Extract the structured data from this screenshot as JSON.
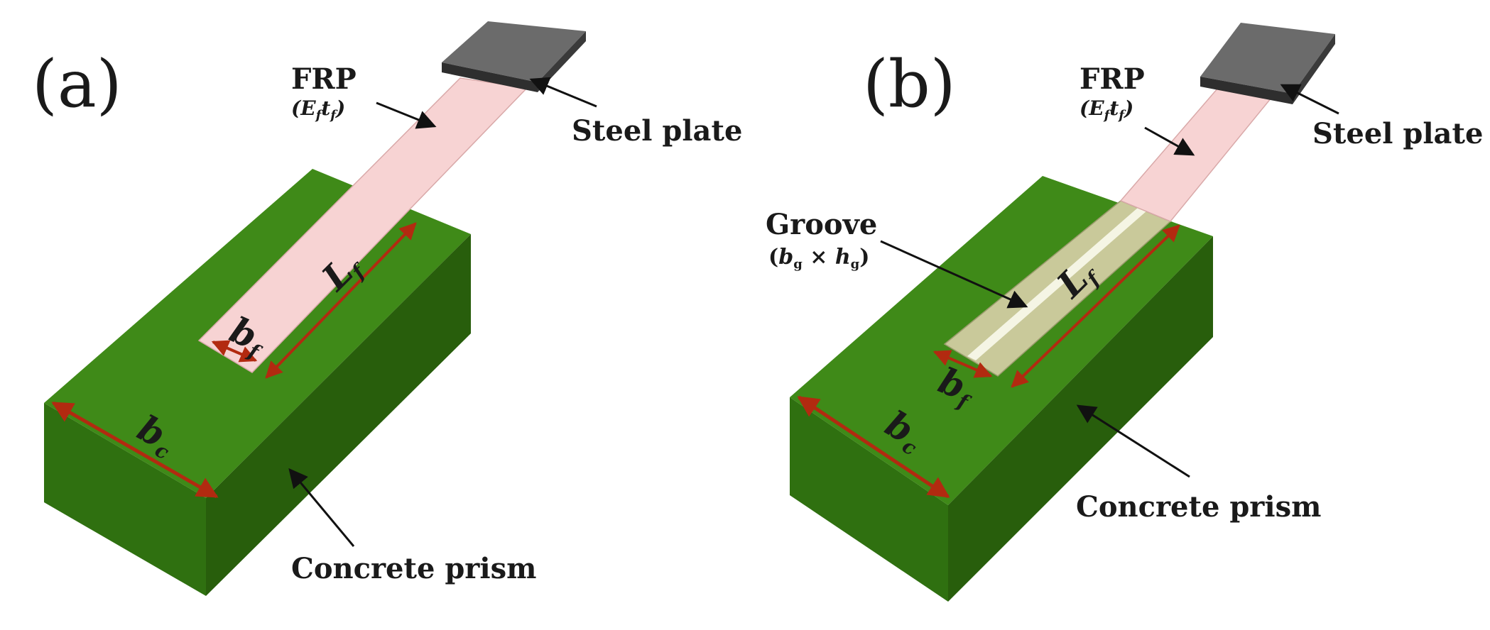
{
  "panels": [
    {
      "label": "(a)",
      "frp_label": "FRP",
      "frp_formula": {
        "E": "E",
        "E_sub": "f",
        "t": "t",
        "t_sub": "f"
      },
      "steel_label": "Steel plate",
      "concrete_label": "Concrete prism",
      "dims": {
        "bf": "b",
        "bf_sub": "f",
        "Lf": "L",
        "Lf_sub": "f",
        "bc": "b",
        "bc_sub": "c"
      }
    },
    {
      "label": "(b)",
      "frp_label": "FRP",
      "frp_formula": {
        "E": "E",
        "E_sub": "f",
        "t": "t",
        "t_sub": "f"
      },
      "steel_label": "Steel plate",
      "groove_label": "Groove",
      "groove_formula": {
        "b": "b",
        "b_sub": "g",
        "times": " × ",
        "h": "h",
        "h_sub": "g"
      },
      "concrete_label": "Concrete prism",
      "dims": {
        "bf": "b",
        "bf_sub": "f",
        "Lf": "L",
        "Lf_sub": "f",
        "bc": "b",
        "bc_sub": "c"
      }
    }
  ],
  "colors": {
    "concrete_top": "#3f8a18",
    "concrete_front": "#2f7010",
    "concrete_side": "#245a0a",
    "frp": "#f7d3d3",
    "steel_top": "#6b6b6b",
    "steel_side": "#2e2e2e",
    "groove": "#c9c99a",
    "dimension": "#b22a10"
  }
}
